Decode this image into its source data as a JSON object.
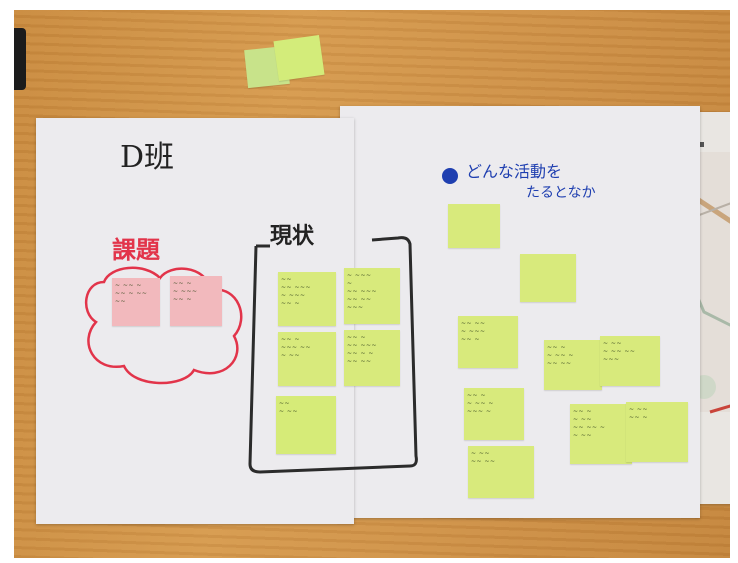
{
  "photo": {
    "description_free": true,
    "colors": {
      "table": "#cf9147",
      "paper": "#ecebee",
      "note_green": "#d8ea7c",
      "note_pink": "#f2b9bd",
      "ink_black": "#1f1f1f",
      "ink_red": "#e2344a",
      "ink_blue": "#1f3fb0"
    }
  },
  "labels": {
    "group": "D班",
    "issues": "課題",
    "current": "現状",
    "goal": "どんな活動を",
    "goal_line2": "たるとなか"
  }
}
